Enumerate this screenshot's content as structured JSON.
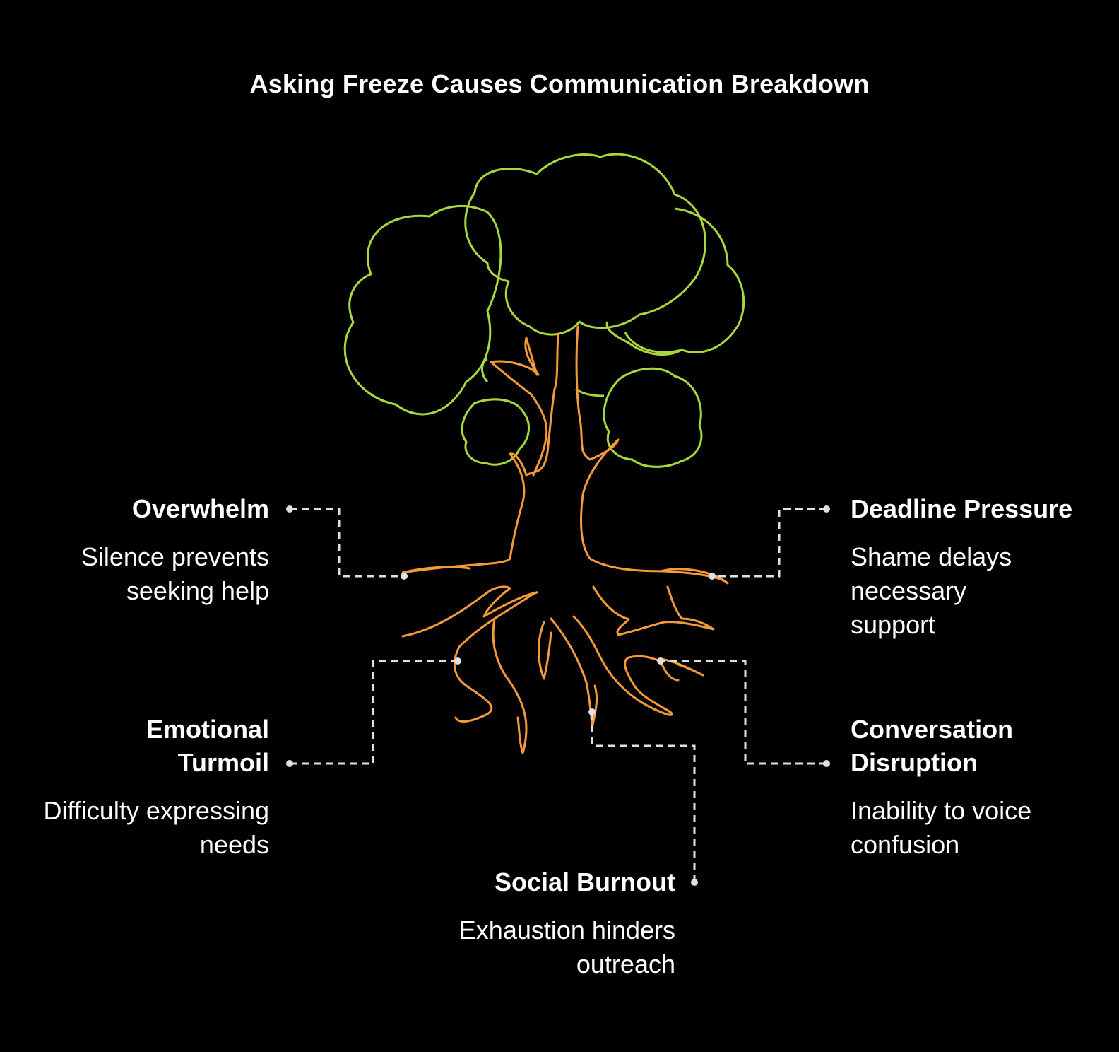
{
  "title": "Asking Freeze Causes Communication Breakdown",
  "colors": {
    "background": "#000000",
    "canopy": "#a8d83c",
    "trunk": "#f59a3b",
    "connector": "#e0e0e0",
    "text": "#ffffff"
  },
  "items": [
    {
      "heading": "Overwhelm",
      "description": "Silence prevents seeking help"
    },
    {
      "heading": "Deadline Pressure",
      "description": "Shame delays necessary support"
    },
    {
      "heading": "Emotional Turmoil",
      "description": "Difficulty expressing needs"
    },
    {
      "heading": "Conversation Disruption",
      "description": "Inability to voice confusion"
    },
    {
      "heading": "Social Burnout",
      "description": "Exhaustion hinders outreach"
    }
  ]
}
